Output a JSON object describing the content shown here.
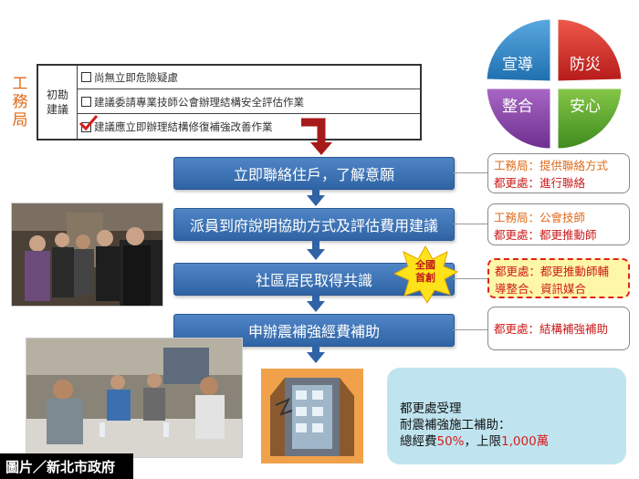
{
  "side_label": "工務局",
  "form": {
    "header": "初勘建議",
    "options": [
      {
        "label": "尚無立即危險疑慮",
        "checked": false
      },
      {
        "label": "建議委請專業技師公會辦理結構安全評估作業",
        "checked": false
      },
      {
        "label": "建議應立即辦理結構修復補強改善作業",
        "checked": true
      }
    ]
  },
  "steps": [
    "立即聯絡住戶，了解意願",
    "派員到府說明協助方式及評估費用建議",
    "社區居民取得共識",
    "申辦震補強經費補助"
  ],
  "notes": [
    {
      "line1_org": "工務局：提供聯絡方式",
      "line2_red": "都更處：進行聯絡"
    },
    {
      "line1_org": "工務局：公會技師",
      "line2_red": "都更處：都更推動師"
    },
    {
      "line1_red": "都更處：都更推動師輔",
      "line2_red": "導整合、資訊媒合"
    },
    {
      "line1_red": "都更處：結構補強補助"
    }
  ],
  "badge": {
    "line1": "全國",
    "line2": "首創"
  },
  "info": {
    "line1": "都更處受理",
    "line2": "耐震補強施工補助：",
    "line3_prefix": "總經費",
    "line3_pct": "50%",
    "line3_mid": "，上限",
    "line3_cap": "1,000萬"
  },
  "pie": {
    "segments": [
      {
        "label": "宣導",
        "color": "#2e86c8"
      },
      {
        "label": "防災",
        "color": "#d52b2b"
      },
      {
        "label": "整合",
        "color": "#8a44a8"
      },
      {
        "label": "安心",
        "color": "#5aa52c"
      }
    ]
  },
  "credit": "圖片／新北市政府"
}
